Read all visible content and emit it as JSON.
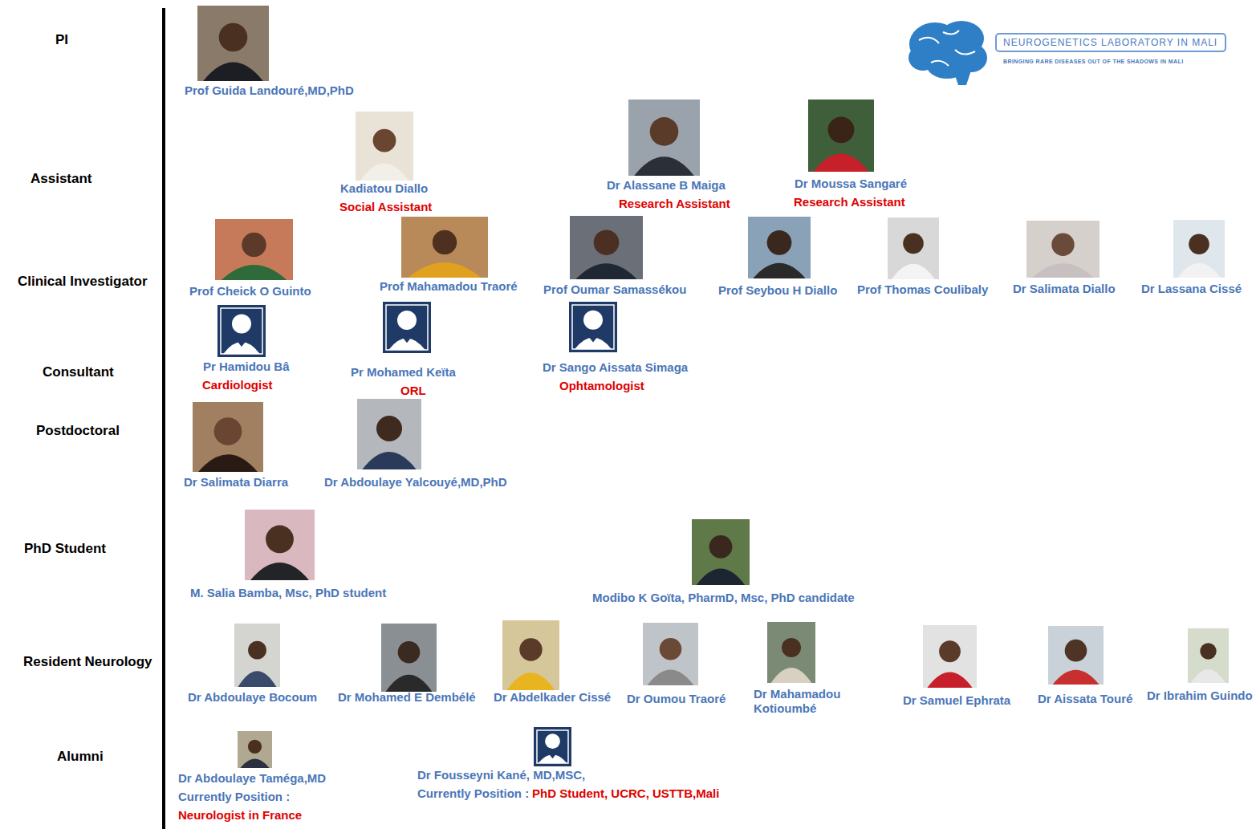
{
  "diagram": {
    "nodes": [
      {
        "text": [
          "NEUROGENETICS LABORATORY IN MALI"
        ]
      }
    ],
    "labels": [
      "PI",
      "Prof Guida Landouré,MD,PhD",
      "Assistant",
      "Kadiatou Diallo",
      "Social Assistant",
      "Dr Alassane B Maiga",
      "Research Assistant",
      "Dr Moussa Sangaré",
      "Research Assistant",
      "Clinical Investigator",
      "Prof Cheick O Guinto",
      "Prof Mahamadou Traoré",
      "Prof Oumar Samassékou",
      "Prof Seybou H Diallo",
      "Prof Thomas Coulibaly",
      "Dr Salimata Diallo",
      "Dr Lassana Cissé",
      "Consultant",
      "Pr Hamidou Bâ",
      "Cardiologist",
      "Pr Mohamed Keïta",
      "ORL",
      "Dr Sango Aissata Simaga",
      "Ophtamologist",
      "Postdoctoral",
      "Dr Salimata Diarra",
      "Dr Abdoulaye Yalcouyé,MD,PhD",
      "PhD Student",
      "M. Salia Bamba, Msc, PhD student",
      "Modibo K Goïta, PharmD, Msc, PhD candidate",
      "Resident Neurology",
      "Dr Abdoulaye Bocoum",
      "Dr Mohamed E Dembélé",
      "Dr Abdelkader Cissé",
      "Dr Oumou Traoré",
      "Dr Mahamadou Kotioumbé",
      "Dr Samuel Ephrata",
      "Dr Aissata Touré",
      "Dr Ibrahim Guindo",
      "Alumni",
      "Dr Abdoulaye Taméga,MD",
      "Currently Position :",
      "Neurologist in France",
      "Dr Fousseyni Kané, MD,MSC,",
      "Currently Position :",
      "PhD Student, UCRC, USTTB,Mali",
      "BRINGING RARE DISEASES OUT OF THE SHADOWS IN MALI"
    ]
  }
}
